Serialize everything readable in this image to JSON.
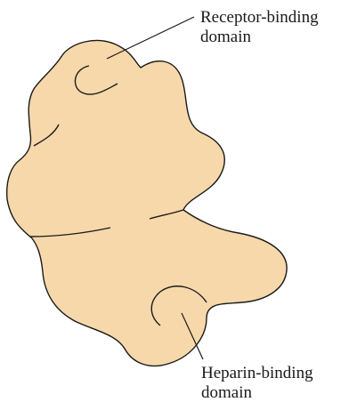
{
  "labels": {
    "receptor_binding": {
      "line1": "Receptor-binding",
      "line2": "domain"
    },
    "heparin_binding": {
      "line1": "Heparin-binding",
      "line2": "domain"
    }
  },
  "colors": {
    "protein_fill": "#f7d8aa",
    "outline": "#1a1a1a",
    "background": "#ffffff"
  }
}
